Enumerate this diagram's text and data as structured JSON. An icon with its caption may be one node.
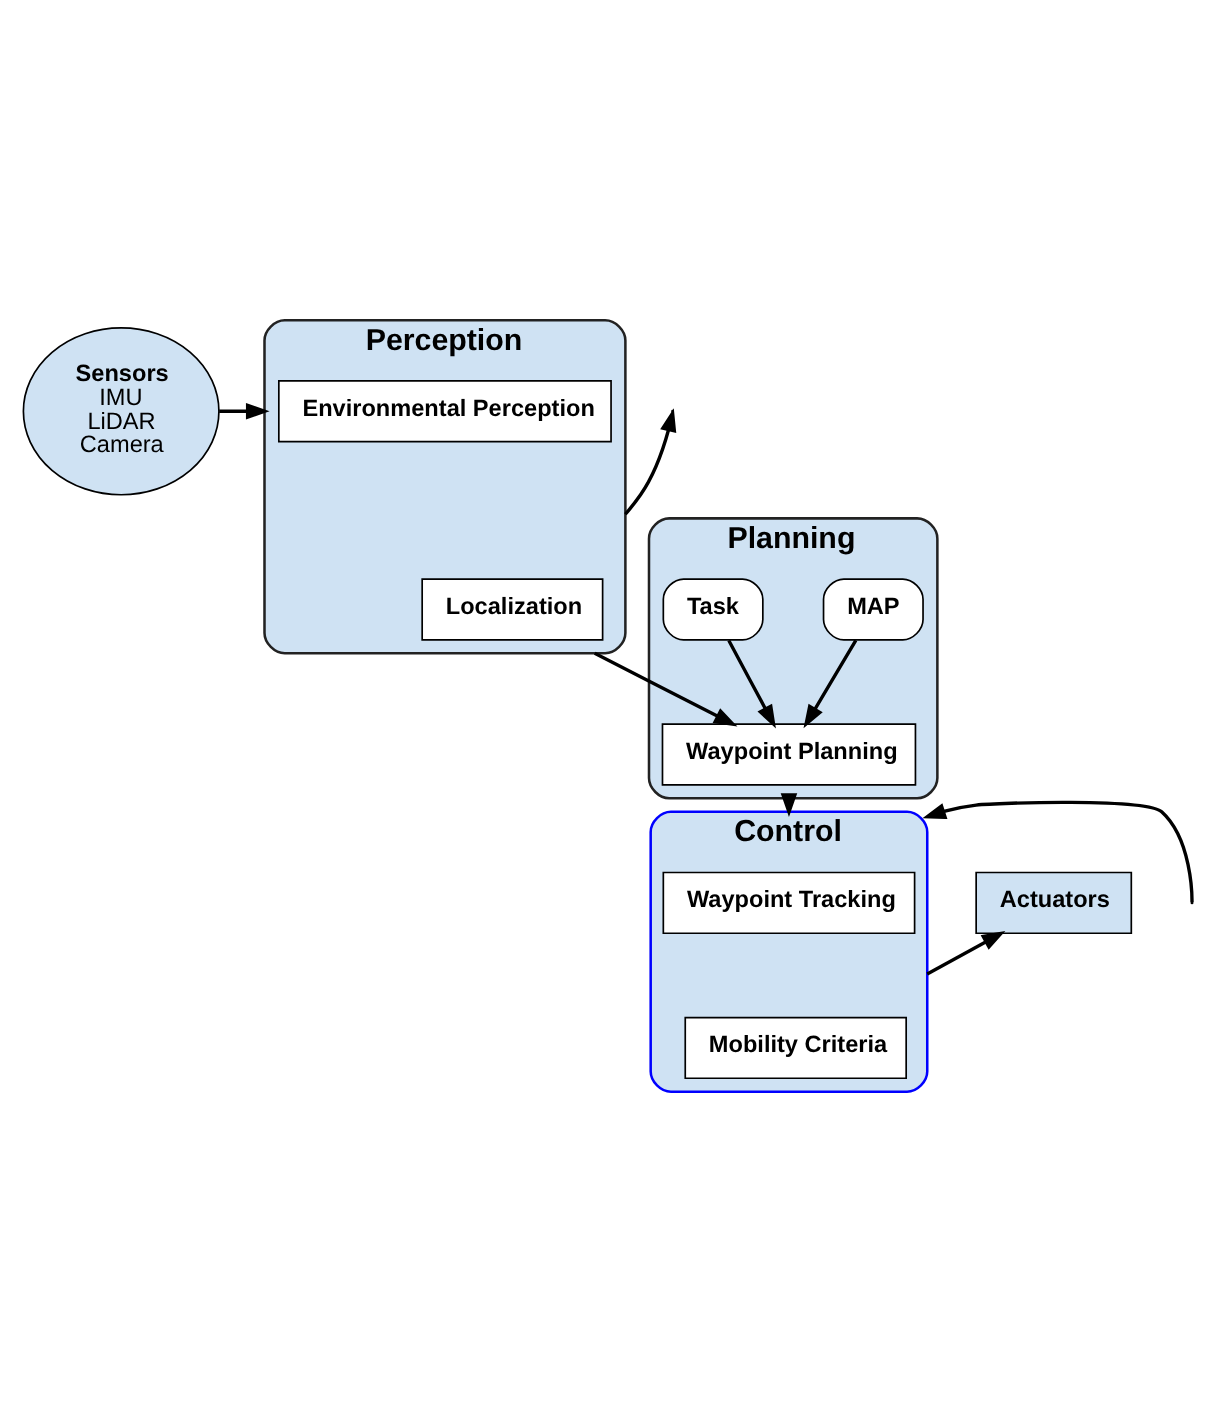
{
  "diagram": {
    "nodes": [
      {
        "text": [
          "Sensors",
          "IMU",
          "LiDAR",
          "Camera"
        ]
      },
      {
        "text": [
          "Perception"
        ]
      },
      {
        "text": [
          "Environmental Perception"
        ],
        "in": 1
      },
      {
        "text": [
          "Localization"
        ],
        "in": 1
      },
      {
        "text": [
          "Planning"
        ]
      },
      {
        "text": [
          "MAP"
        ],
        "in": 4
      },
      {
        "text": [
          "Task"
        ],
        "in": 4
      },
      {
        "text": [
          "Waypoint Planning"
        ],
        "in": 4
      },
      {
        "text": [
          "Actuators"
        ]
      },
      {
        "text": [
          "Control"
        ]
      },
      {
        "text": [
          "Waypoint Tracking"
        ],
        "in": 9
      },
      {
        "text": [
          "Mobility Criteria"
        ],
        "in": 9
      }
    ],
    "edges": [
      {
        "from": 0,
        "to": 1,
        "arrow": "to"
      },
      {
        "from": 1,
        "to": null,
        "arrow": "to"
      },
      {
        "from": 1,
        "to": 7,
        "arrow": "to"
      },
      {
        "from": 5,
        "to": 7,
        "arrow": "to"
      },
      {
        "from": 6,
        "to": 7,
        "arrow": "to"
      },
      {
        "from": 4,
        "to": 9,
        "arrow": "to"
      },
      {
        "from": 9,
        "to": 8,
        "arrow": "to"
      },
      {
        "from": null,
        "to": 9,
        "arrow": "to"
      }
    ]
  }
}
